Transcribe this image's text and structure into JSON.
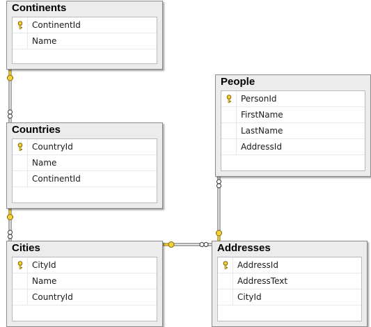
{
  "colors": {
    "table_bg": "#ececec",
    "table_border": "#8a8a8a",
    "key_gold": "#f5d23a",
    "key_outline": "#7a6400"
  },
  "tables": {
    "continents": {
      "title": "Continents",
      "columns": [
        {
          "label": "ContinentId",
          "key": true,
          "key_icon": "primary-key-icon"
        },
        {
          "label": "Name",
          "key": false
        }
      ]
    },
    "countries": {
      "title": "Countries",
      "columns": [
        {
          "label": "CountryId",
          "key": true,
          "key_icon": "primary-key-icon"
        },
        {
          "label": "Name",
          "key": false
        },
        {
          "label": "ContinentId",
          "key": false
        }
      ]
    },
    "cities": {
      "title": "Cities",
      "columns": [
        {
          "label": "CityId",
          "key": true,
          "key_icon": "primary-key-icon"
        },
        {
          "label": "Name",
          "key": false
        },
        {
          "label": "CountryId",
          "key": false
        }
      ]
    },
    "people": {
      "title": "People",
      "columns": [
        {
          "label": "PersonId",
          "key": true,
          "key_icon": "primary-key-icon"
        },
        {
          "label": "FirstName",
          "key": false
        },
        {
          "label": "LastName",
          "key": false
        },
        {
          "label": "AddressId",
          "key": false
        }
      ]
    },
    "addresses": {
      "title": "Addresses",
      "columns": [
        {
          "label": "AddressId",
          "key": true,
          "key_icon": "primary-key-icon"
        },
        {
          "label": "AddressText",
          "key": false
        },
        {
          "label": "CityId",
          "key": false
        }
      ]
    }
  },
  "relationships": [
    {
      "from": "Continents",
      "to": "Countries",
      "one_end_icon": "key-end-icon",
      "many_end_icon": "infinity-end-icon"
    },
    {
      "from": "Countries",
      "to": "Cities",
      "one_end_icon": "key-end-icon",
      "many_end_icon": "infinity-end-icon"
    },
    {
      "from": "Cities",
      "to": "Addresses",
      "one_end_icon": "key-end-icon",
      "many_end_icon": "infinity-end-icon"
    },
    {
      "from": "Addresses",
      "to": "People",
      "one_end_icon": "key-end-icon",
      "many_end_icon": "infinity-end-icon"
    }
  ]
}
